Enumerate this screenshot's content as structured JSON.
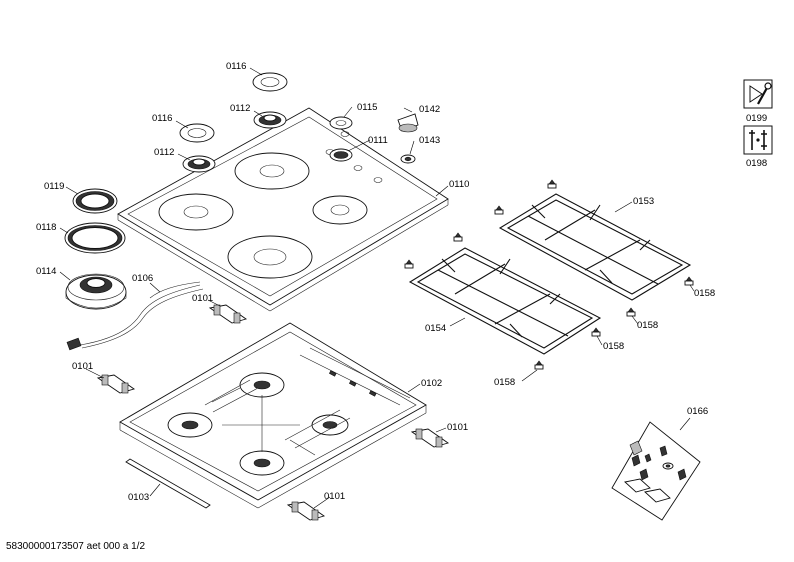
{
  "labels": {
    "p0116a": "0116",
    "p0116b": "0116",
    "p0112a": "0112",
    "p0112b": "0112",
    "p0115": "0115",
    "p0142": "0142",
    "p0111": "0111",
    "p0143": "0143",
    "p0110": "0110",
    "p0119": "0119",
    "p0118": "0118",
    "p0114": "0114",
    "p0106": "0106",
    "p0101a": "0101",
    "p0101b": "0101",
    "p0101c": "0101",
    "p0101d": "0101",
    "p0102": "0102",
    "p0103": "0103",
    "p0153": "0153",
    "p0154": "0154",
    "p0158a": "0158",
    "p0158b": "0158",
    "p0158c": "0158",
    "p0158d": "0158",
    "p0166": "0166",
    "p0199": "0199",
    "p0198": "0198"
  },
  "icons": {
    "manual": "manual-wrench-icon",
    "tools": "tools-icon"
  },
  "footer": "58300000173507 aet 000 a 1/2"
}
